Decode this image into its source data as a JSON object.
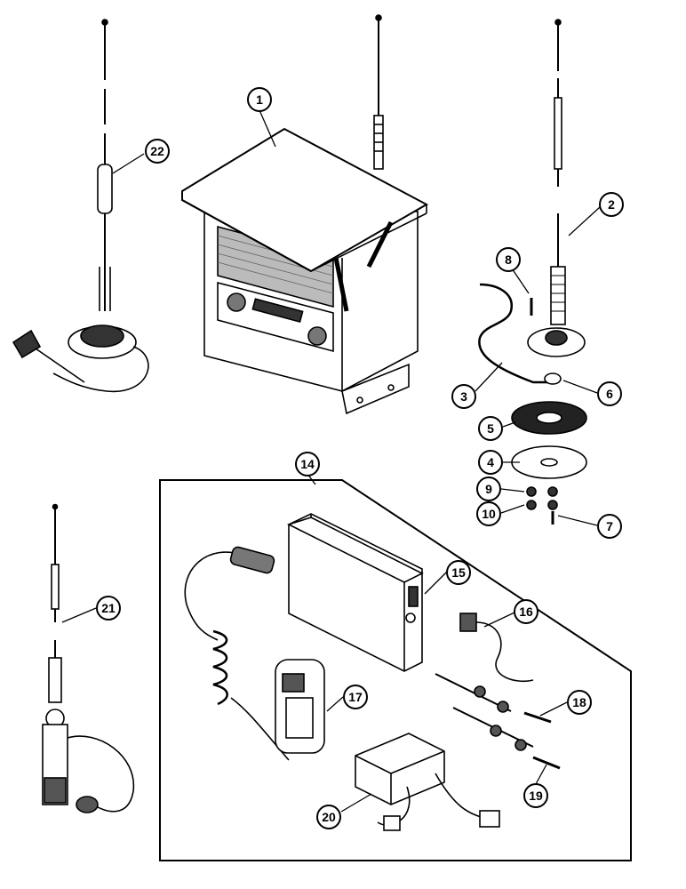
{
  "diagram": {
    "callouts": [
      {
        "id": "c1",
        "label": "1"
      },
      {
        "id": "c2",
        "label": "2"
      },
      {
        "id": "c3",
        "label": "3"
      },
      {
        "id": "c4",
        "label": "4"
      },
      {
        "id": "c5",
        "label": "5"
      },
      {
        "id": "c6",
        "label": "6"
      },
      {
        "id": "c7",
        "label": "7"
      },
      {
        "id": "c8",
        "label": "8"
      },
      {
        "id": "c9",
        "label": "9"
      },
      {
        "id": "c10",
        "label": "10"
      },
      {
        "id": "c14",
        "label": "14"
      },
      {
        "id": "c15",
        "label": "15"
      },
      {
        "id": "c16",
        "label": "16"
      },
      {
        "id": "c17",
        "label": "17"
      },
      {
        "id": "c18",
        "label": "18"
      },
      {
        "id": "c19",
        "label": "19"
      },
      {
        "id": "c20",
        "label": "20"
      },
      {
        "id": "c21",
        "label": "21"
      },
      {
        "id": "c22",
        "label": "22"
      }
    ],
    "colors": {
      "line": "#000000",
      "background": "#ffffff",
      "shade": "#555555"
    }
  }
}
